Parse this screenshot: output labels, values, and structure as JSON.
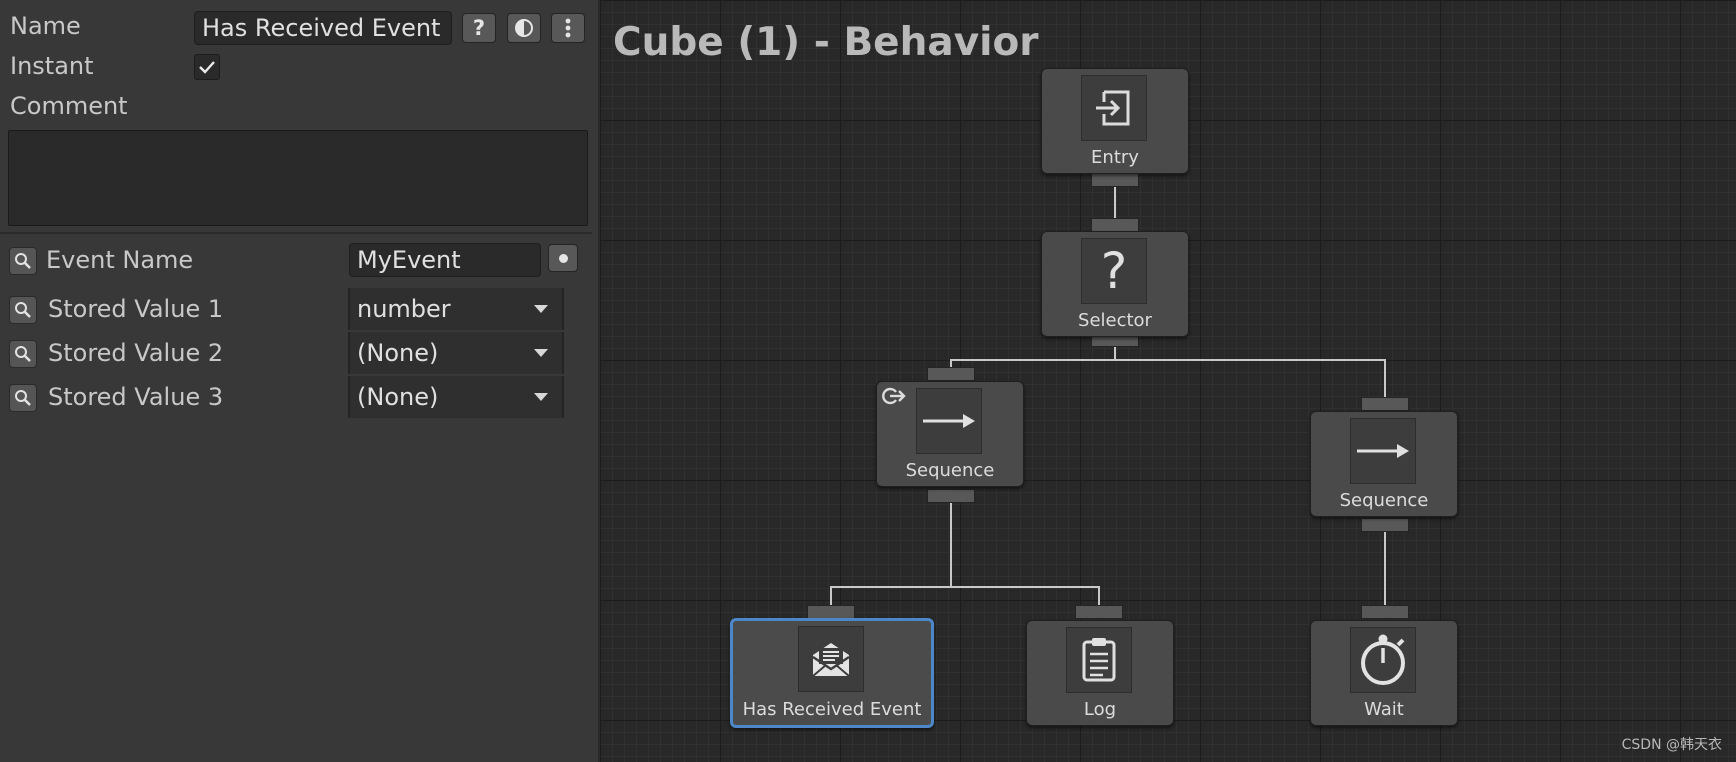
{
  "inspector": {
    "name_label": "Name",
    "name_value": "Has Received Event",
    "instant_label": "Instant",
    "instant_checked": true,
    "comment_label": "Comment",
    "comment_value": "",
    "header_icons": [
      "help-icon",
      "contrast-icon",
      "more-vertical-icon"
    ],
    "event_name_label": "Event Name",
    "event_name_value": "MyEvent",
    "stored_values": [
      {
        "label": "Stored Value 1",
        "value": "number"
      },
      {
        "label": "Stored Value 2",
        "value": "(None)"
      },
      {
        "label": "Stored Value 3",
        "value": "(None)"
      }
    ]
  },
  "graph": {
    "title": "Cube (1) - Behavior",
    "nodes": {
      "entry": {
        "label": "Entry",
        "icon": "entry-icon"
      },
      "selector": {
        "label": "Selector",
        "icon": "question-icon"
      },
      "sequence_left": {
        "label": "Sequence",
        "icon": "arrow-right-icon",
        "badge": "repeat-icon"
      },
      "sequence_right": {
        "label": "Sequence",
        "icon": "arrow-right-icon"
      },
      "has_received_event": {
        "label": "Has Received Event",
        "icon": "envelope-icon",
        "selected": true
      },
      "log": {
        "label": "Log",
        "icon": "clipboard-icon"
      },
      "wait": {
        "label": "Wait",
        "icon": "stopwatch-icon"
      }
    },
    "accent_color": "#4d87c9"
  },
  "watermark": "CSDN @韩天衣"
}
